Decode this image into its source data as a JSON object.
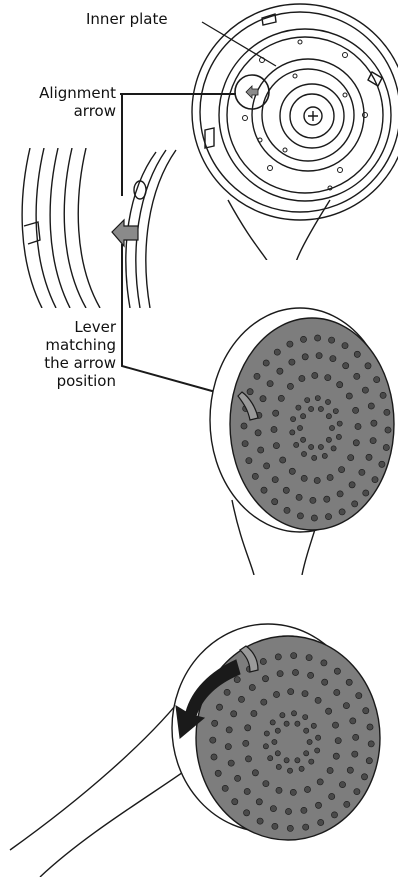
{
  "labels": {
    "inner_plate": "Inner plate",
    "alignment_arrow_line1": "Alignment",
    "alignment_arrow_line2": "arrow",
    "lever_line1": "Lever",
    "lever_line2": "matching",
    "lever_line3": "the arrow",
    "lever_line4": "position"
  },
  "colors": {
    "line": "#1a1a1a",
    "faceplate": "#7d7d7d",
    "nozzle": "#4a4a4a",
    "arrow_fill": "#8a8a8a"
  },
  "panels": [
    {
      "name": "inner-plate-view",
      "description_icon": "shower-head-inner-plate"
    },
    {
      "name": "alignment-detail-view",
      "description_icon": "alignment-arrow-closeup"
    },
    {
      "name": "lever-alignment-view",
      "description_icon": "faceplate-lever"
    },
    {
      "name": "rotation-view",
      "description_icon": "rotate-counterclockwise-arrow"
    }
  ]
}
